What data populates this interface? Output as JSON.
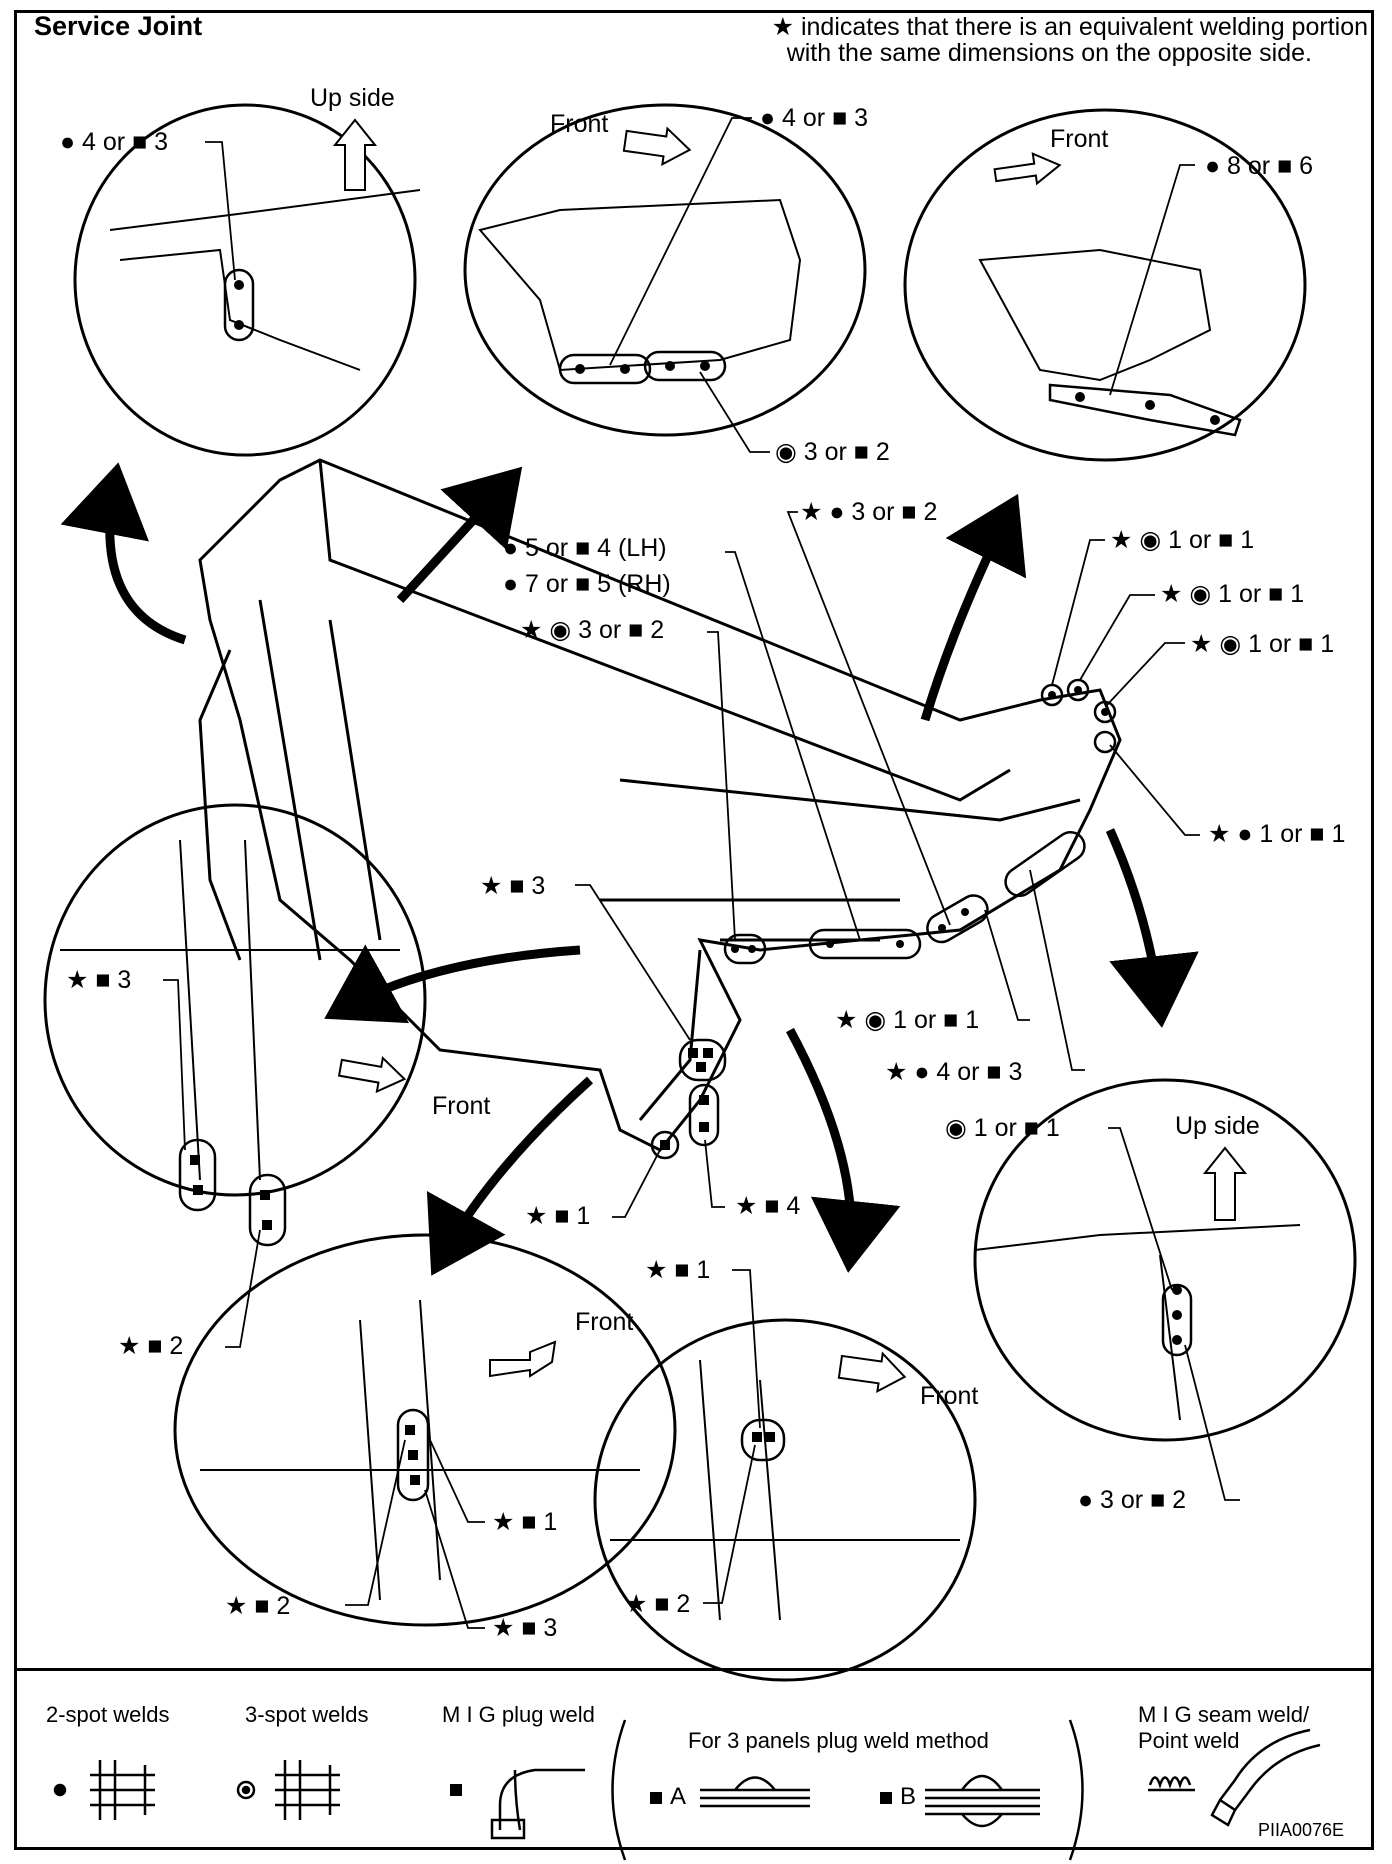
{
  "header": {
    "title": "Service Joint",
    "note_line1": "★ indicates that there is an equivalent welding portion",
    "note_line2": "with the same dimensions on the opposite side."
  },
  "callouts": {
    "c1": "● 4 or ■ 3",
    "c1_dir": "Up side",
    "c2": "● 4 or ■ 3",
    "c2_dir": "Front",
    "c2b": "◉ 3 or ■ 2",
    "c3": "● 8 or ■ 6",
    "c3_dir": "Front",
    "m1": "★ ● 3 or ■ 2",
    "m2": "● 5 or ■ 4 (LH)",
    "m3": "● 7 or ■ 5 (RH)",
    "m4": "★ ◉ 3 or ■ 2",
    "m5": "★ ◉ 1 or ■ 1",
    "m6": "★ ◉ 1 or ■ 1",
    "m7": "★ ◉ 1 or ■ 1",
    "m8": "★ ● 1 or ■ 1",
    "m9": "★ ■ 3",
    "m10": "★ ◉ 1 or ■ 1",
    "m11": "★ ● 4 or ■ 3",
    "m12": "★ ■ 1",
    "m13": "★ ■ 4",
    "l1": "★ ■ 3",
    "l1_dir": "Front",
    "l2": "★ ■ 2",
    "b1_dir": "Front",
    "b1a": "★ ■ 1",
    "b1b": "★ ■ 2",
    "b1c": "★ ■ 3",
    "b2a": "★ ■ 1",
    "b2_dir": "Front",
    "b2b": "★ ■ 2",
    "r1": "◉ 1 or ■ 1",
    "r1_dir": "Up side",
    "r2": "● 3 or ■ 2"
  },
  "legend": {
    "two_spot": "2-spot welds",
    "three_spot": "3-spot welds",
    "mig_plug": "M I G plug weld",
    "three_panels": "For 3 panels plug weld method",
    "mig_seam_1": "M I G seam weld/",
    "mig_seam_2": "Point weld",
    "label_a": "A",
    "label_b": "B"
  },
  "figure_code": "PIIA0076E"
}
